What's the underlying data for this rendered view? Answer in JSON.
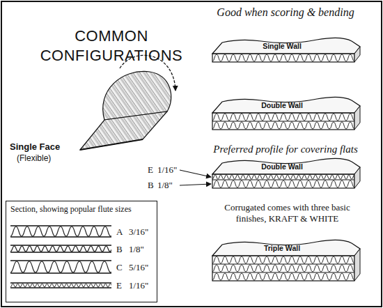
{
  "diagram": {
    "title": "COMMON CONFIGURATIONS",
    "nodes": [
      {
        "text": [
          "Section, showing popular flute sizes",
          "A",
          "3/16\"",
          "B",
          "1/8\"",
          "C",
          "5/16\"",
          "E",
          "1/16\""
        ]
      }
    ],
    "labels": [
      "Good when scoring & bending",
      "Single Wall",
      "Single Face",
      "(Flexible)",
      "Double Wall",
      "Preferred profile for covering flats",
      "E",
      "1/16\"",
      "B",
      "1/8\"",
      "Double Wall",
      "Corrugated comes with three basic finishes, KRAFT & WHITE",
      "Triple Wall"
    ]
  }
}
